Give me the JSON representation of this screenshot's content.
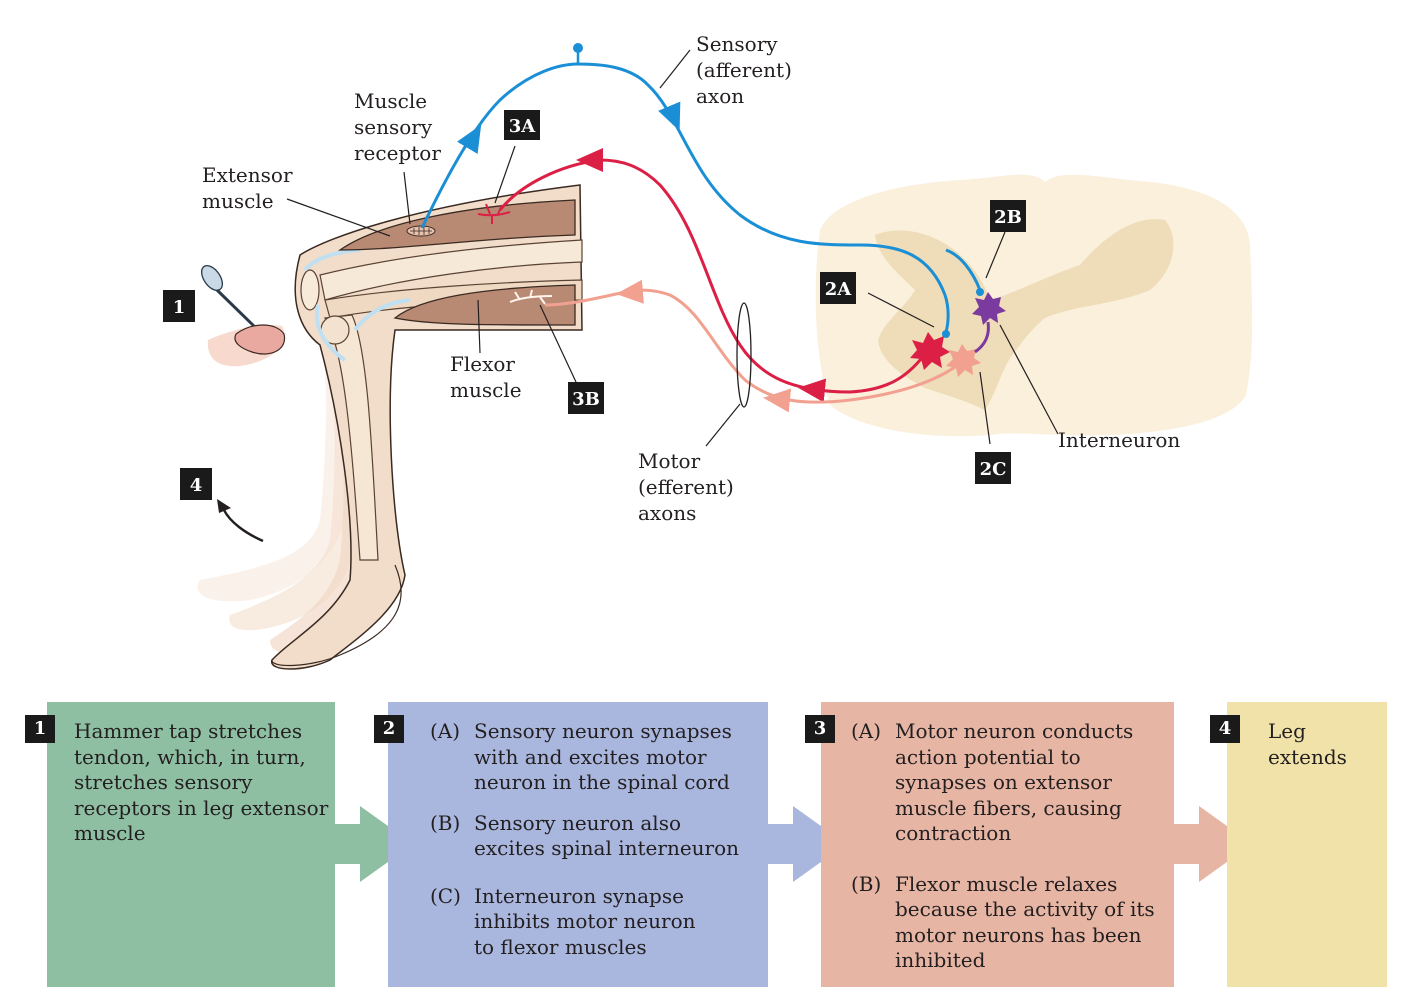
{
  "colors": {
    "sensory": "#1a8fd6",
    "motor_extensor": "#dc1f45",
    "motor_flexor": "#f2a08f",
    "interneuron": "#7b3a9e",
    "panel1": "#8fbfa2",
    "panel2": "#a9b6de",
    "panel3": "#e6b5a4",
    "panel4": "#f0e2a8"
  },
  "labels": {
    "sensory_axon": [
      "Sensory",
      "(afferent)",
      "axon"
    ],
    "muscle_sensory_receptor": [
      "Muscle",
      "sensory",
      "receptor"
    ],
    "extensor_muscle": [
      "Extensor",
      "muscle"
    ],
    "flexor_muscle": [
      "Flexor",
      "muscle"
    ],
    "motor_axons": [
      "Motor",
      "(efferent)",
      "axons"
    ],
    "interneuron": "Interneuron"
  },
  "badges": {
    "b1": "1",
    "b3a": "3A",
    "b2b": "2B",
    "b2a": "2A",
    "b3b": "3B",
    "b2c": "2C",
    "b4": "4"
  },
  "steps": [
    {
      "num": "1",
      "text": [
        "Hammer tap stretches",
        "tendon, which, in turn,",
        "stretches sensory",
        "receptors in leg extensor",
        "muscle"
      ]
    },
    {
      "num": "2",
      "items": [
        {
          "letter": "(A)",
          "text": [
            "Sensory neuron synapses",
            "with and excites motor",
            "neuron in the spinal cord"
          ]
        },
        {
          "letter": "(B)",
          "text": [
            "Sensory neuron also",
            "excites spinal interneuron"
          ]
        },
        {
          "letter": "(C)",
          "text": [
            "Interneuron synapse",
            "inhibits motor neuron",
            "to flexor muscles"
          ]
        }
      ]
    },
    {
      "num": "3",
      "items": [
        {
          "letter": "(A)",
          "text": [
            "Motor neuron conducts",
            "action potential to",
            "synapses on extensor",
            "muscle fibers, causing",
            "contraction"
          ]
        },
        {
          "letter": "(B)",
          "text": [
            "Flexor muscle relaxes",
            "because the activity of its",
            "motor neurons has been",
            "inhibited"
          ]
        }
      ]
    },
    {
      "num": "4",
      "text": [
        "Leg",
        "extends"
      ]
    }
  ]
}
